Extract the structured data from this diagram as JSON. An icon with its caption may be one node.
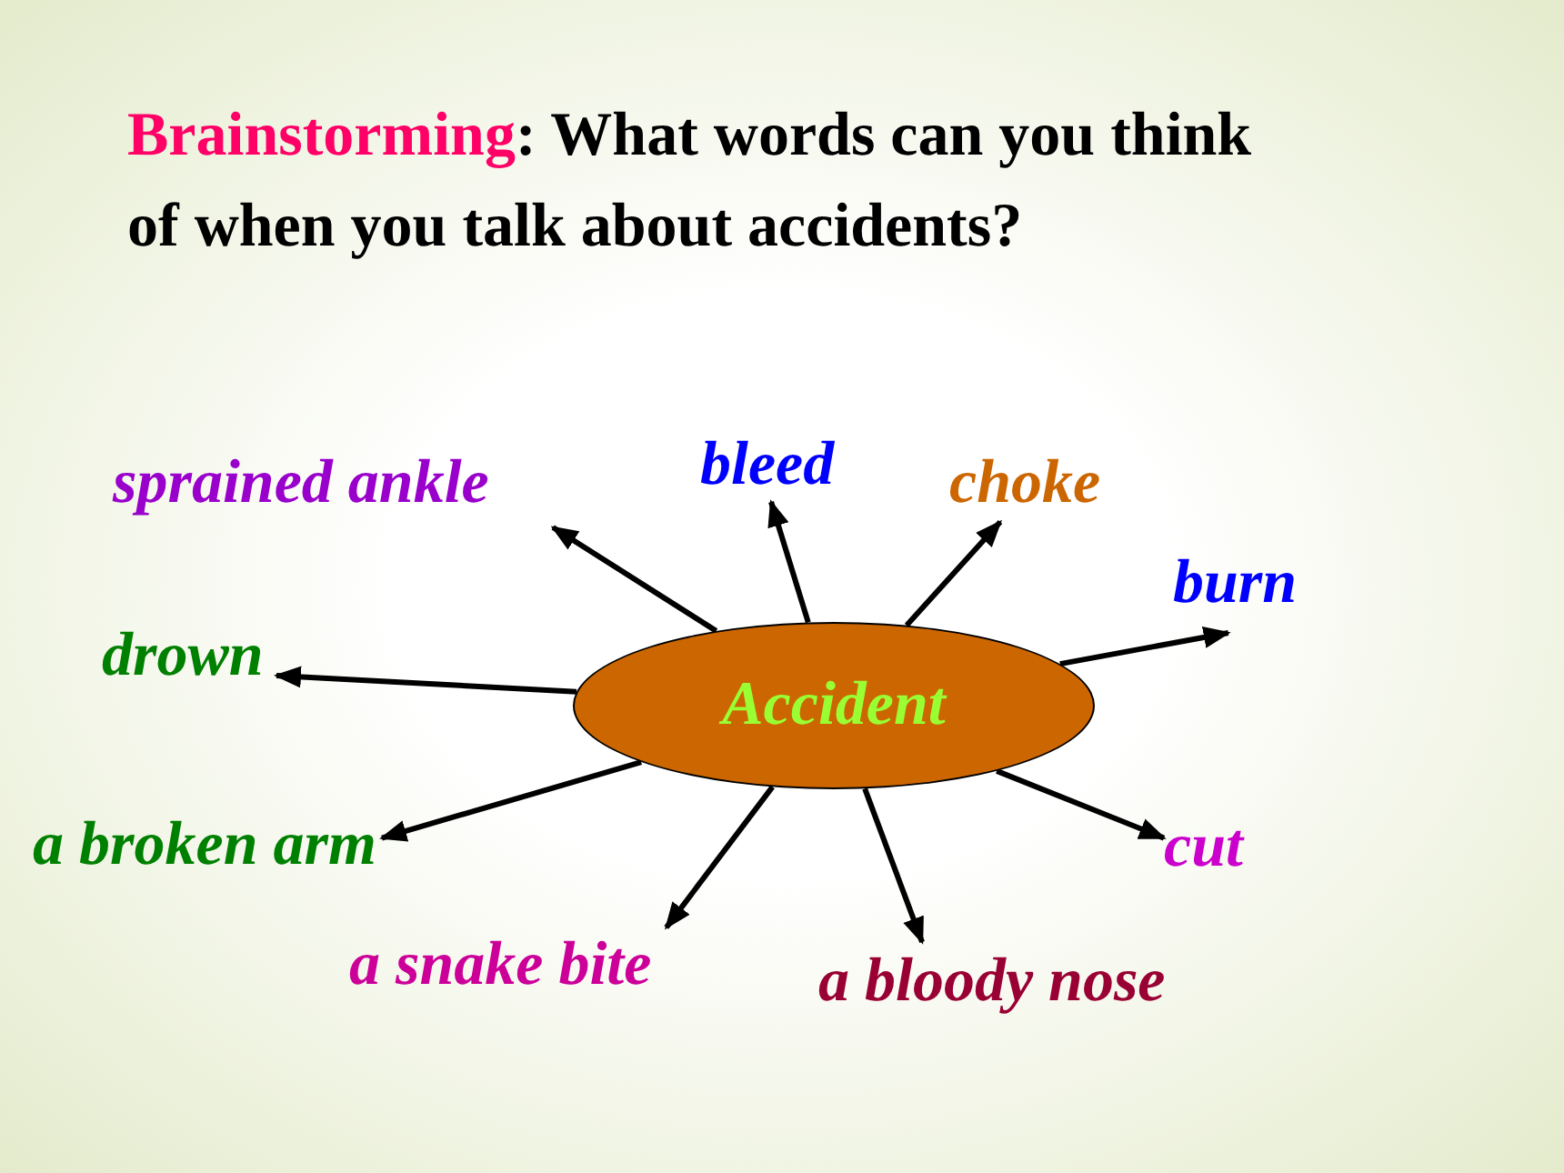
{
  "diagram": {
    "title": "**Brainstorming**: What words can you think of when you talk about accidents?",
    "nodes": [
      {
        "text": [
          "Accident"
        ]
      },
      {
        "text": [
          "sprained ankle"
        ]
      },
      {
        "text": [
          "bleed"
        ]
      },
      {
        "text": [
          "choke"
        ]
      },
      {
        "text": [
          "burn"
        ]
      },
      {
        "text": [
          "drown"
        ]
      },
      {
        "text": [
          "a broken arm"
        ]
      },
      {
        "text": [
          "a snake bite"
        ]
      },
      {
        "text": [
          "a bloody nose"
        ]
      },
      {
        "text": [
          "cut"
        ]
      }
    ],
    "edges": [
      {
        "from": 0,
        "to": 1,
        "arrow": "to"
      },
      {
        "from": 0,
        "to": 2,
        "arrow": "to"
      },
      {
        "from": 0,
        "to": 3,
        "arrow": "to"
      },
      {
        "from": 0,
        "to": 4,
        "arrow": "to"
      },
      {
        "from": 0,
        "to": 5,
        "arrow": "to"
      },
      {
        "from": 0,
        "to": 6,
        "arrow": "to"
      },
      {
        "from": 0,
        "to": 7,
        "arrow": "to"
      },
      {
        "from": 0,
        "to": 8,
        "arrow": "to"
      },
      {
        "from": 0,
        "to": 9,
        "arrow": "to"
      }
    ]
  }
}
